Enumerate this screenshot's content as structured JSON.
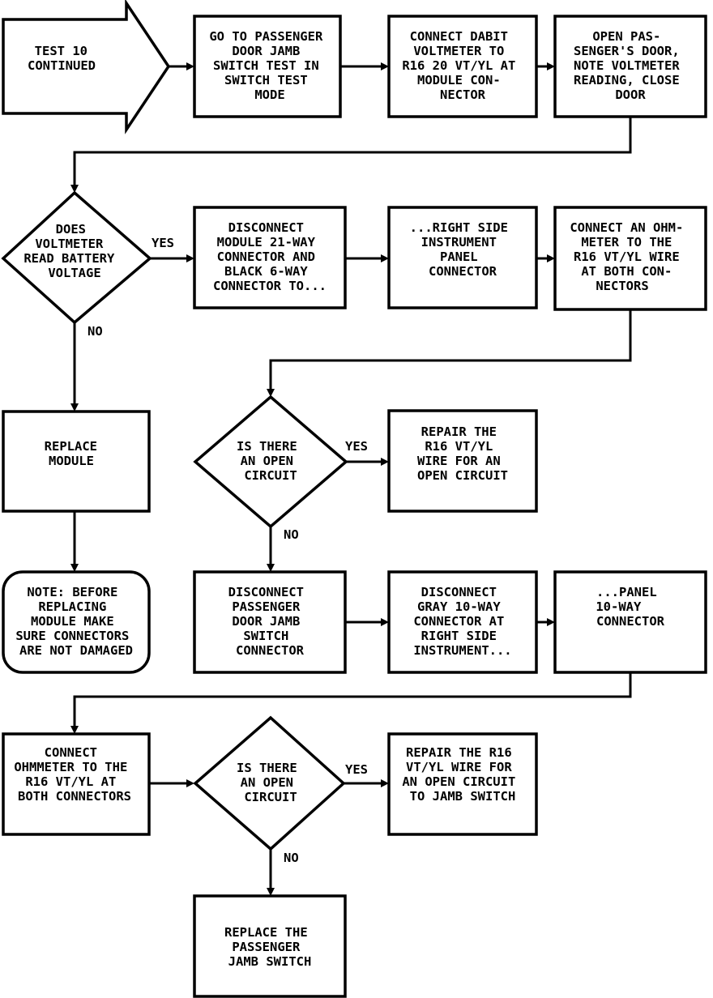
{
  "nodes": {
    "start": [
      "TEST 10",
      "CONTINUED"
    ],
    "b1": [
      "GO TO PASSENGER",
      "DOOR JAMB",
      "SWITCH TEST IN",
      "SWITCH TEST",
      "MODE"
    ],
    "b2": [
      "CONNECT DABIT",
      "VOLTMETER TO",
      "R16 20 VT/YL AT",
      "MODULE CON-",
      "NECTOR"
    ],
    "b3": [
      "OPEN PAS-",
      "SENGER'S DOOR,",
      "NOTE VOLTMETER",
      "READING, CLOSE",
      "DOOR"
    ],
    "d1": [
      "DOES",
      "VOLTMETER",
      "READ BATTERY",
      "VOLTAGE"
    ],
    "b4": [
      "DISCONNECT",
      "MODULE 21-WAY",
      "CONNECTOR AND",
      "BLACK 6-WAY",
      "CONNECTOR TO..."
    ],
    "b5": [
      "...RIGHT SIDE",
      "INSTRUMENT",
      "PANEL",
      "CONNECTOR"
    ],
    "b6": [
      "CONNECT AN OHM-",
      "METER TO THE",
      "R16 VT/YL WIRE",
      "AT BOTH CON-",
      "NECTORS"
    ],
    "b7": [
      "REPLACE",
      "MODULE"
    ],
    "d2": [
      "IS THERE",
      "AN OPEN",
      "CIRCUIT"
    ],
    "b8": [
      "REPAIR THE",
      "R16 VT/YL",
      "WIRE FOR AN",
      "OPEN CIRCUIT"
    ],
    "note": [
      "NOTE: BEFORE",
      "REPLACING",
      "MODULE MAKE",
      "SURE CONNECTORS",
      "ARE NOT DAMAGED"
    ],
    "b9": [
      "DISCONNECT",
      "PASSENGER",
      "DOOR JAMB",
      "SWITCH",
      "CONNECTOR"
    ],
    "b10": [
      "DISCONNECT",
      "GRAY 10-WAY",
      "CONNECTOR AT",
      "RIGHT SIDE",
      "INSTRUMENT..."
    ],
    "b11": [
      "...PANEL",
      "10-WAY",
      "CONNECTOR"
    ],
    "b12": [
      "CONNECT",
      "OHMMETER TO THE",
      "R16 VT/YL AT",
      "BOTH CONNECTORS"
    ],
    "d3": [
      "IS THERE",
      "AN OPEN",
      "CIRCUIT"
    ],
    "b13": [
      "REPAIR THE R16",
      "VT/YL WIRE FOR",
      "AN OPEN CIRCUIT",
      "TO JAMB SWITCH"
    ],
    "b14": [
      "REPLACE THE",
      "PASSENGER",
      "JAMB SWITCH"
    ]
  },
  "labels": {
    "yes1": "YES",
    "no1": "NO",
    "yes2": "YES",
    "no2": "NO",
    "yes3": "YES",
    "no3": "NO"
  }
}
